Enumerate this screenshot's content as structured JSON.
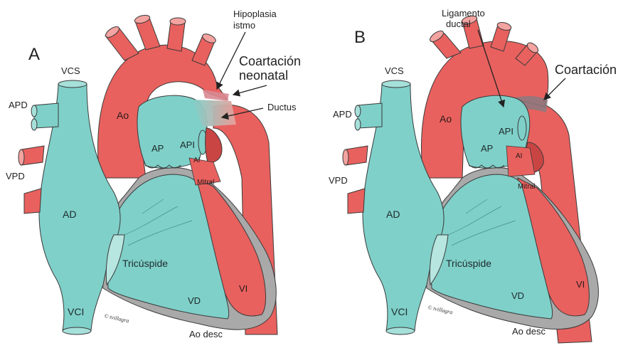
{
  "colors": {
    "aorta": "#e8615e",
    "aorta_dark": "#c94543",
    "aorta_light": "#f3a3a0",
    "right_heart": "#7fd0c9",
    "right_heart_dark": "#5eb3ac",
    "wall": "#a9a9a9",
    "wall_dark": "#7c7c7c",
    "outline": "#3a3a3a",
    "coarct": "#8a7a80"
  },
  "panel_a": {
    "letter": "A",
    "labels": {
      "vcs": "VCS",
      "apd": "APD",
      "vpd": "VPD",
      "ad": "AD",
      "vci": "VCI",
      "ao": "Ao",
      "ap": "AP",
      "api": "API",
      "ai": "AI",
      "mitral": "Mitral",
      "tricuspide": "Tricúspide",
      "vd": "VD",
      "vi": "VI",
      "ao_desc": "Ao desc",
      "signature": "© tvillagra"
    },
    "annotations": {
      "hipoplasia_line1": "Hipoplasia",
      "hipoplasia_line2": "istmo",
      "coartacion_line1": "Coartación",
      "coartacion_line2": "neonatal",
      "ductus": "Ductus"
    }
  },
  "panel_b": {
    "letter": "B",
    "labels": {
      "vcs": "VCS",
      "apd": "APD",
      "vpd": "VPD",
      "ad": "AD",
      "vci": "VCI",
      "ao": "Ao",
      "ap": "AP",
      "api": "API",
      "ai": "AI",
      "mitral": "Mitral",
      "tricuspide": "Tricúspide",
      "vd": "VD",
      "vi": "VI",
      "ao_desc": "Ao desc",
      "signature": "© tvillagra"
    },
    "annotations": {
      "ligamento_line1": "Ligamento",
      "ligamento_line2": "ductal",
      "coartacion": "Coartación"
    }
  }
}
